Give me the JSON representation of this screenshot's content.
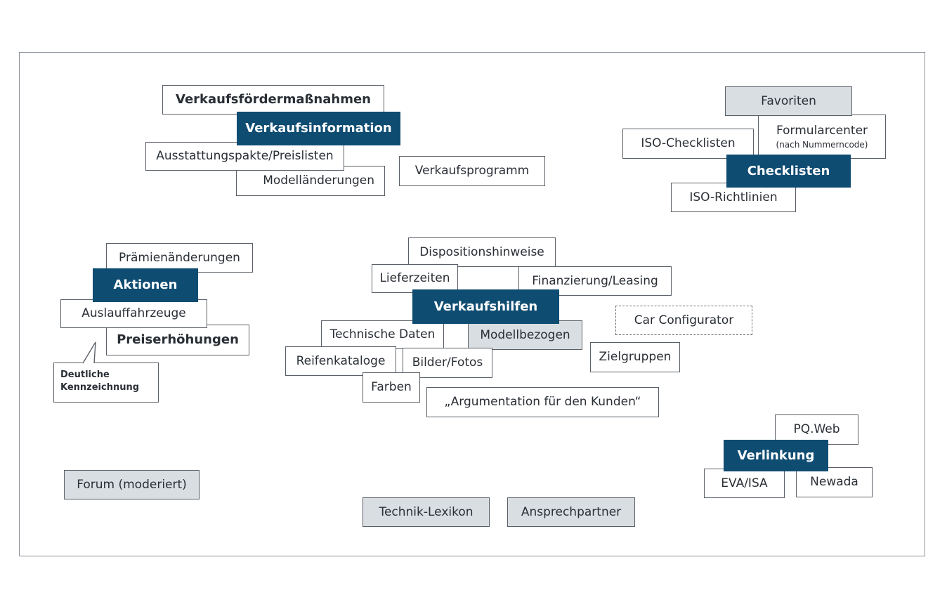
{
  "verkaufsinformation": {
    "verkaufsfoerdermassnahmen": "Verkaufsfördermaßnahmen",
    "title": "Verkaufsinformation",
    "ausstattung": "Ausstattungspakte/Preislisten",
    "modellaenderungen": "Modelländerungen",
    "verkaufsprogramm": "Verkaufsprogramm"
  },
  "checklisten": {
    "favoriten": "Favoriten",
    "formularcenter": "Formularcenter",
    "formularcenter_sub": "(nach Nummerncode)",
    "iso_checklisten": "ISO-Checklisten",
    "title": "Checklisten",
    "iso_richtlinien": "ISO-Richtlinien"
  },
  "aktionen": {
    "praemien": "Prämienänderungen",
    "title": "Aktionen",
    "auslauf": "Auslauffahrzeuge",
    "preiserhoehungen": "Preiserhöhungen",
    "note_line1": "Deutliche",
    "note_line2": "Kennzeichnung"
  },
  "verkaufshilfen": {
    "disposition": "Dispositionshinweise",
    "lieferzeiten": "Lieferzeiten",
    "finanzierung": "Finanzierung/Leasing",
    "title": "Verkaufshilfen",
    "technische_daten": "Technische Daten",
    "modellbezogen": "Modellbezogen",
    "reifenkataloge": "Reifenkataloge",
    "bilder": "Bilder/Fotos",
    "farben": "Farben",
    "argumentation": "„Argumentation für den Kunden“",
    "car_configurator": "Car Configurator",
    "zielgruppen": "Zielgruppen"
  },
  "verlinkung": {
    "pqweb": "PQ.Web",
    "title": "Verlinkung",
    "eva": "EVA/ISA",
    "newada": "Newada"
  },
  "misc": {
    "forum": "Forum (moderiert)",
    "technik_lexikon": "Technik-Lexikon",
    "ansprechpartner": "Ansprechpartner"
  },
  "colors": {
    "dark_box": "#0f4c72",
    "grey_box": "#d9dee2",
    "border": "#5a6068"
  }
}
